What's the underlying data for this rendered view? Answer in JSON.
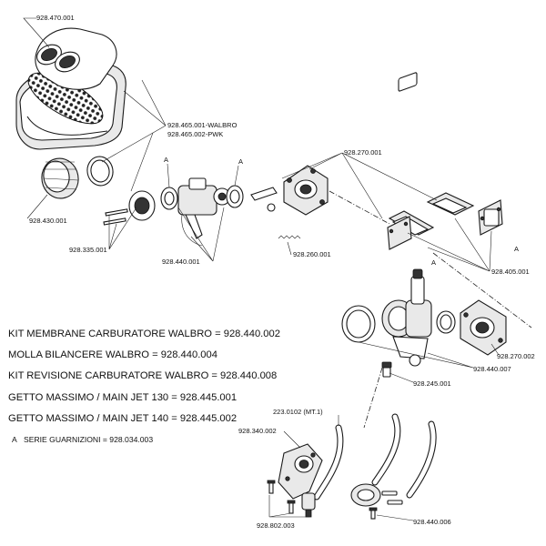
{
  "part_labels": {
    "airbox": "928.470.001",
    "filter_walbro": "928.465.001-WALBRO",
    "filter_pwk": "928.465.002-PWK",
    "intake_manifold": "928.270.001",
    "rubber_sleeve": "928.430.001",
    "screws": "928.335.001",
    "carb_kit": "928.440.001",
    "spring": "928.260.001",
    "reed_plates": "928.405.001",
    "manifold_pwk": "928.270.002",
    "carb_pwk": "928.440.007",
    "fitting": "928.245.001",
    "hose": "223.0102 (MT.1)",
    "bracket": "928.340.002",
    "mount_screws": "928.802.003",
    "clamp_carb": "928.440.006"
  },
  "ref_marks": {
    "a1": "A",
    "a2": "A",
    "a3": "A",
    "a4": "A"
  },
  "legend": [
    "KIT MEMBRANE CARBURATORE WALBRO = 928.440.002",
    "MOLLA BILANCERE WALBRO = 928.440.004",
    "KIT REVISIONE CARBURATORE WALBRO = 928.440.008",
    "GETTO MASSIMO / MAIN JET 130 = 928.445.001",
    "GETTO MASSIMO / MAIN JET 140 = 928.445.002"
  ],
  "gasket_note": {
    "mark": "A",
    "text": "SERIE GUARNIZIONI = 928.034.003"
  }
}
